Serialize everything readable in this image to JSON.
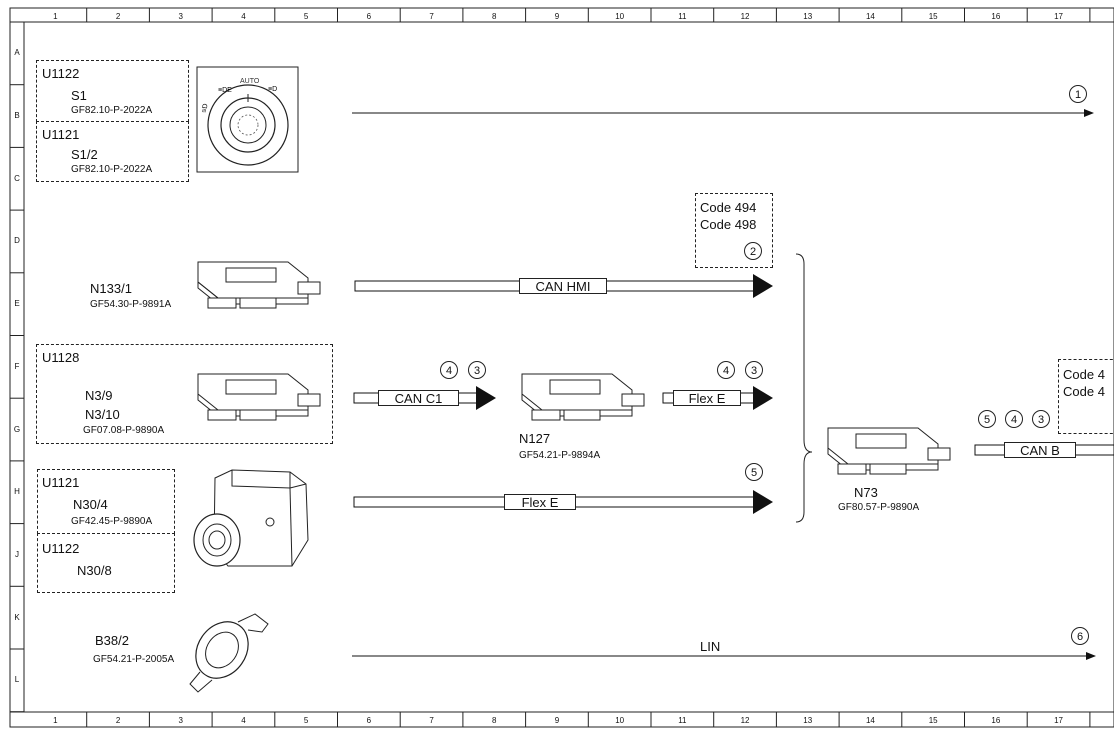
{
  "ruler": {
    "columns": [
      "1",
      "2",
      "3",
      "4",
      "5",
      "6",
      "7",
      "8",
      "9",
      "10",
      "11",
      "12",
      "13",
      "14",
      "15",
      "16",
      "17"
    ],
    "rows": [
      "A",
      "B",
      "C",
      "D",
      "E",
      "F",
      "G",
      "H",
      "J",
      "K",
      "L"
    ]
  },
  "groups": {
    "u1122_top": "U1122",
    "u1121_top": "U1121",
    "u1128": "U1128",
    "u1121_mid": "U1121",
    "u1122_mid": "U1122"
  },
  "components": {
    "s1": {
      "label": "S1",
      "ref": "GF82.10-P-2022A"
    },
    "s1_2": {
      "label": "S1/2",
      "ref": "GF82.10-P-2022A"
    },
    "n133_1": {
      "label": "N133/1",
      "ref": "GF54.30-P-9891A"
    },
    "n3_9": {
      "label": "N3/9"
    },
    "n3_10": {
      "label": "N3/10",
      "ref": "GF07.08-P-9890A"
    },
    "n127": {
      "label": "N127",
      "ref": "GF54.21-P-9894A"
    },
    "n73": {
      "label": "N73",
      "ref": "GF80.57-P-9890A"
    },
    "n30_4": {
      "label": "N30/4",
      "ref": "GF42.45-P-9890A"
    },
    "n30_8": {
      "label": "N30/8"
    },
    "b38_2": {
      "label": "B38/2",
      "ref": "GF54.21-P-2005A"
    }
  },
  "switch_marks": {
    "auto": "AUTO",
    "off": "0"
  },
  "buses": {
    "can_hmi": "CAN HMI",
    "can_c1": "CAN C1",
    "flex_e_1": "Flex E",
    "flex_e_2": "Flex E",
    "can_b": "CAN B",
    "lin": "LIN"
  },
  "codes": {
    "left": [
      "Code 494",
      "Code 498"
    ],
    "right": [
      "Code 4",
      "Code 4"
    ]
  },
  "markers": {
    "m1": "1",
    "m2": "2",
    "m3a": "3",
    "m4a": "4",
    "m3b": "3",
    "m4b": "4",
    "m5a": "5",
    "m5b": "5",
    "m4c": "4",
    "m3c": "3",
    "m6": "6"
  }
}
